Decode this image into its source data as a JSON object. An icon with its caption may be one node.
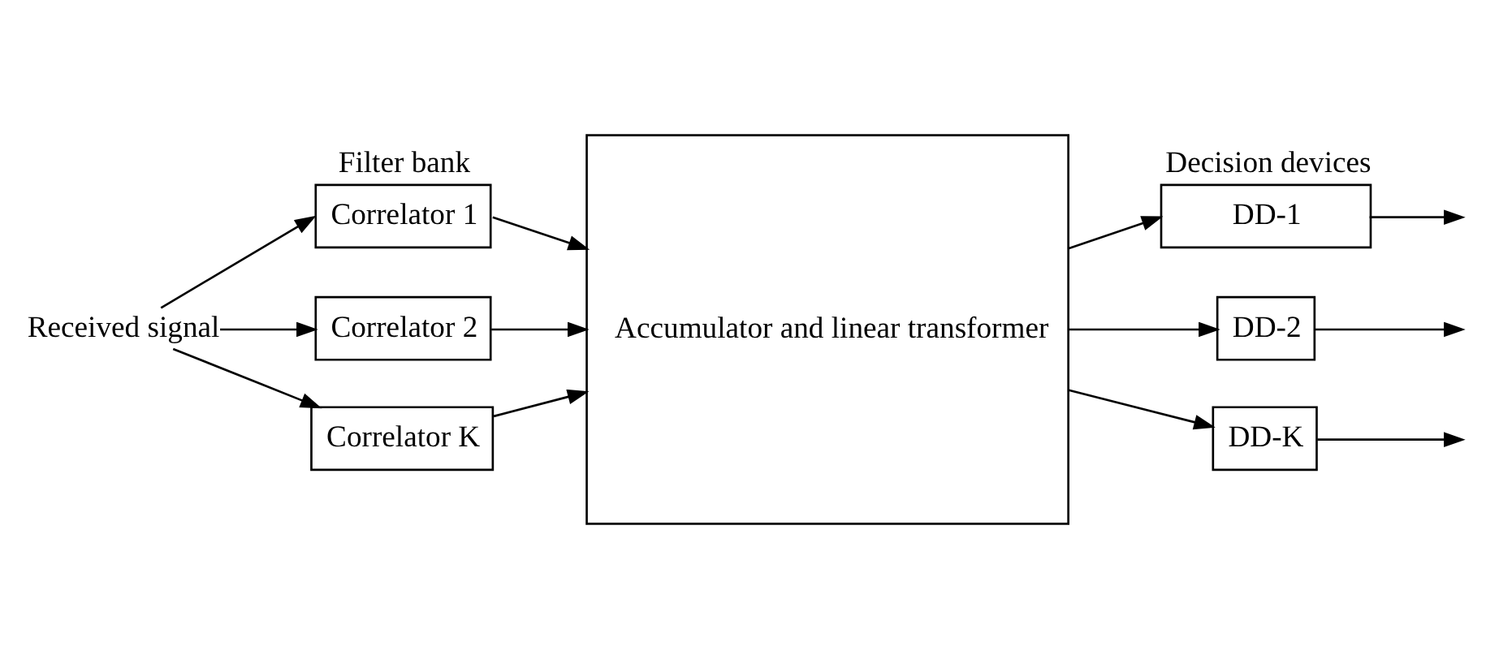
{
  "diagram": {
    "nodes": [
      {
        "text": [
          "Received signal"
        ]
      },
      {
        "text": [
          "Correlator 1"
        ],
        "beside": [
          "Filter bank"
        ]
      },
      {
        "text": [
          "Correlator 2"
        ]
      },
      {
        "text": [
          "Correlator K"
        ]
      },
      {
        "text": [
          "Accumulator and linear transformer"
        ]
      },
      {
        "text": [
          "DD-1"
        ],
        "beside": [
          "Decision devices"
        ]
      },
      {
        "text": [
          "DD-2"
        ]
      },
      {
        "text": [
          "DD-K"
        ]
      }
    ],
    "edges": [
      {
        "from": 0,
        "to": 1,
        "arrow": "to"
      },
      {
        "from": 0,
        "to": 2,
        "arrow": "to"
      },
      {
        "from": 0,
        "to": 3,
        "arrow": "to"
      },
      {
        "from": 1,
        "to": 4,
        "arrow": "to"
      },
      {
        "from": 2,
        "to": 4,
        "arrow": "to"
      },
      {
        "from": 3,
        "to": 4,
        "arrow": "to"
      },
      {
        "from": 4,
        "to": 5,
        "arrow": "to"
      },
      {
        "from": 4,
        "to": 6,
        "arrow": "to"
      },
      {
        "from": 4,
        "to": 7,
        "arrow": "to"
      },
      {
        "from": 5,
        "to": null,
        "arrow": "to"
      },
      {
        "from": 6,
        "to": null,
        "arrow": "to"
      },
      {
        "from": 7,
        "to": null,
        "arrow": "to"
      }
    ]
  }
}
